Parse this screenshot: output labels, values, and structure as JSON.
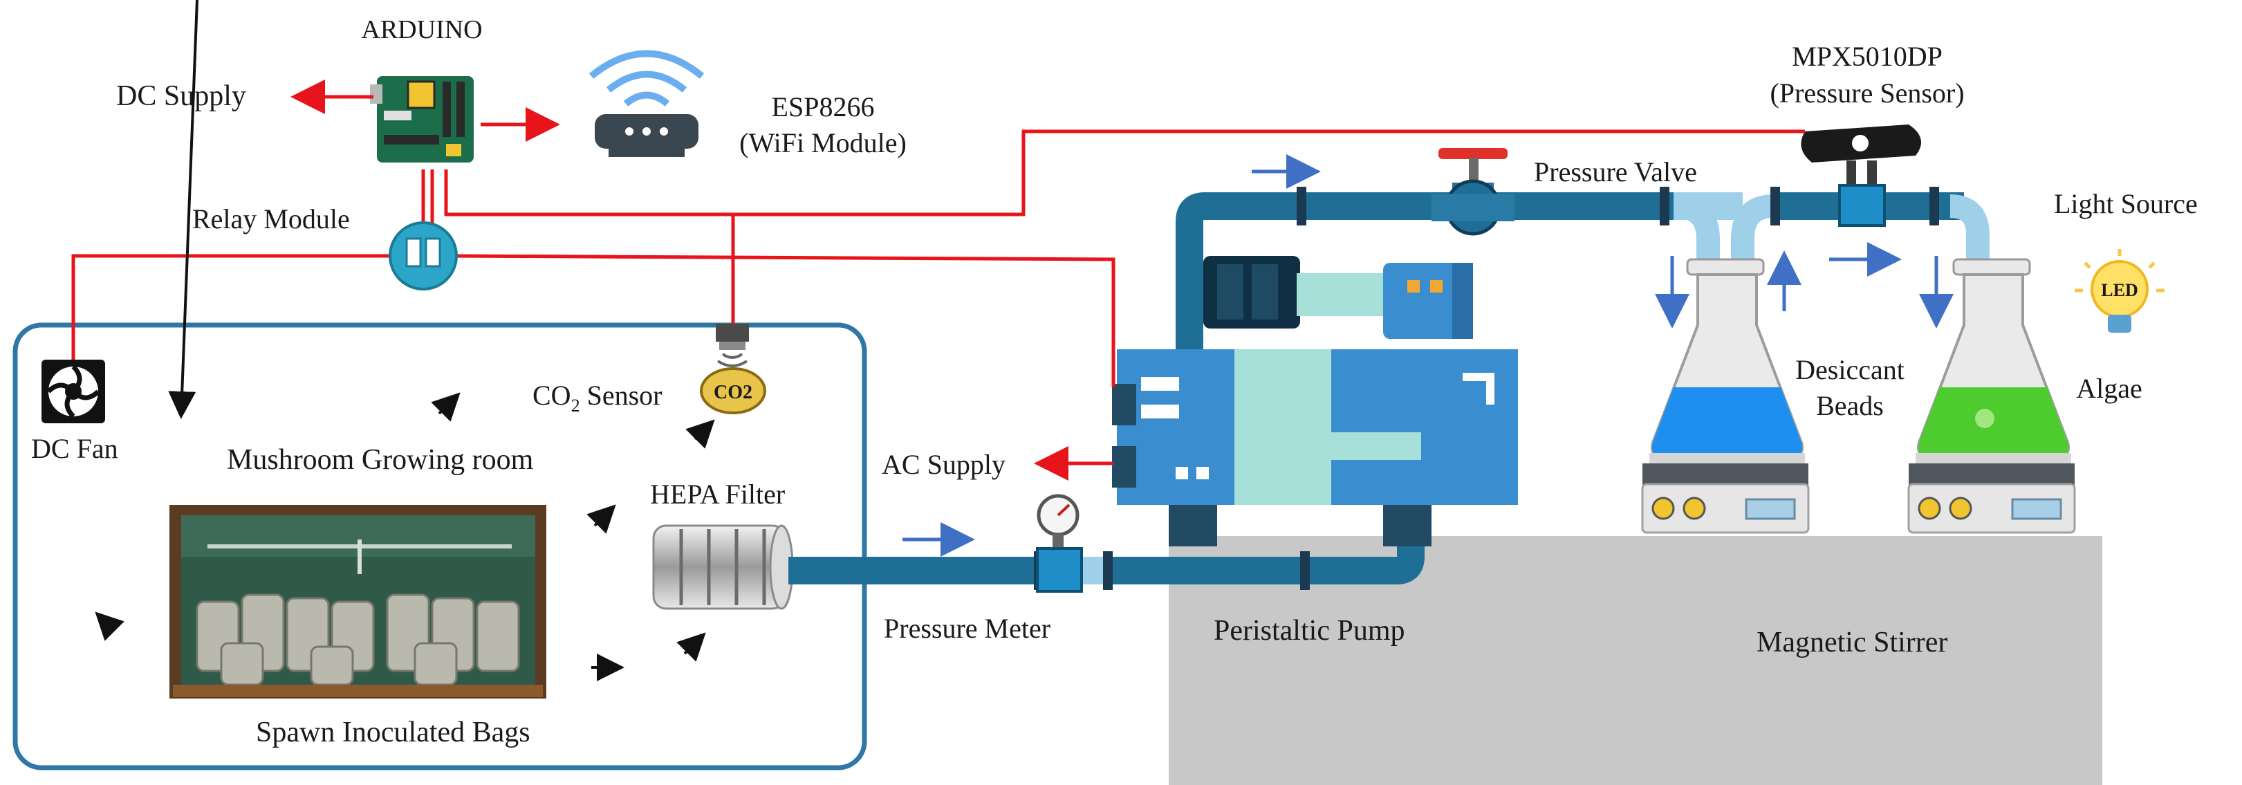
{
  "labels": {
    "arduino": "ARDUINO",
    "dc_supply": "DC Supply",
    "esp_name": "ESP8266",
    "esp_desc": "(WiFi Module)",
    "relay_module": "Relay Module",
    "mpx_name": "MPX5010DP",
    "mpx_desc": "(Pressure Sensor)",
    "pressure_valve": "Pressure Valve",
    "light_source": "Light Source",
    "co2_sensor_prefix": "CO",
    "co2_sensor_sub": "2",
    "co2_sensor_suffix": " Sensor",
    "co2_badge": "CO2",
    "dc_fan": "DC Fan",
    "mushroom_room": "Mushroom Growing room",
    "ac_supply": "AC Supply",
    "hepa_filter": "HEPA Filter",
    "desiccant_line1": "Desiccant",
    "desiccant_line2": "Beads",
    "algae": "Algae",
    "led_badge": "LED",
    "pressure_meter": "Pressure Meter",
    "peristaltic_pump": "Peristaltic Pump",
    "magnetic_stirrer": "Magnetic Stirrer",
    "spawn_bags": "Spawn Inoculated Bags"
  },
  "colors": {
    "wire": "#e8141b",
    "room_border": "#2f78a5",
    "pipe": "#1f6e96",
    "pipe_light": "#9fd0ea",
    "flow_arrow": "#3f70c5",
    "bench": "#c8c8c8",
    "pump_body": "#a6e0d8",
    "pump_panel": "#3a8ed0",
    "flask_blue": "#1e8ef0",
    "flask_green": "#4ecb2f"
  }
}
